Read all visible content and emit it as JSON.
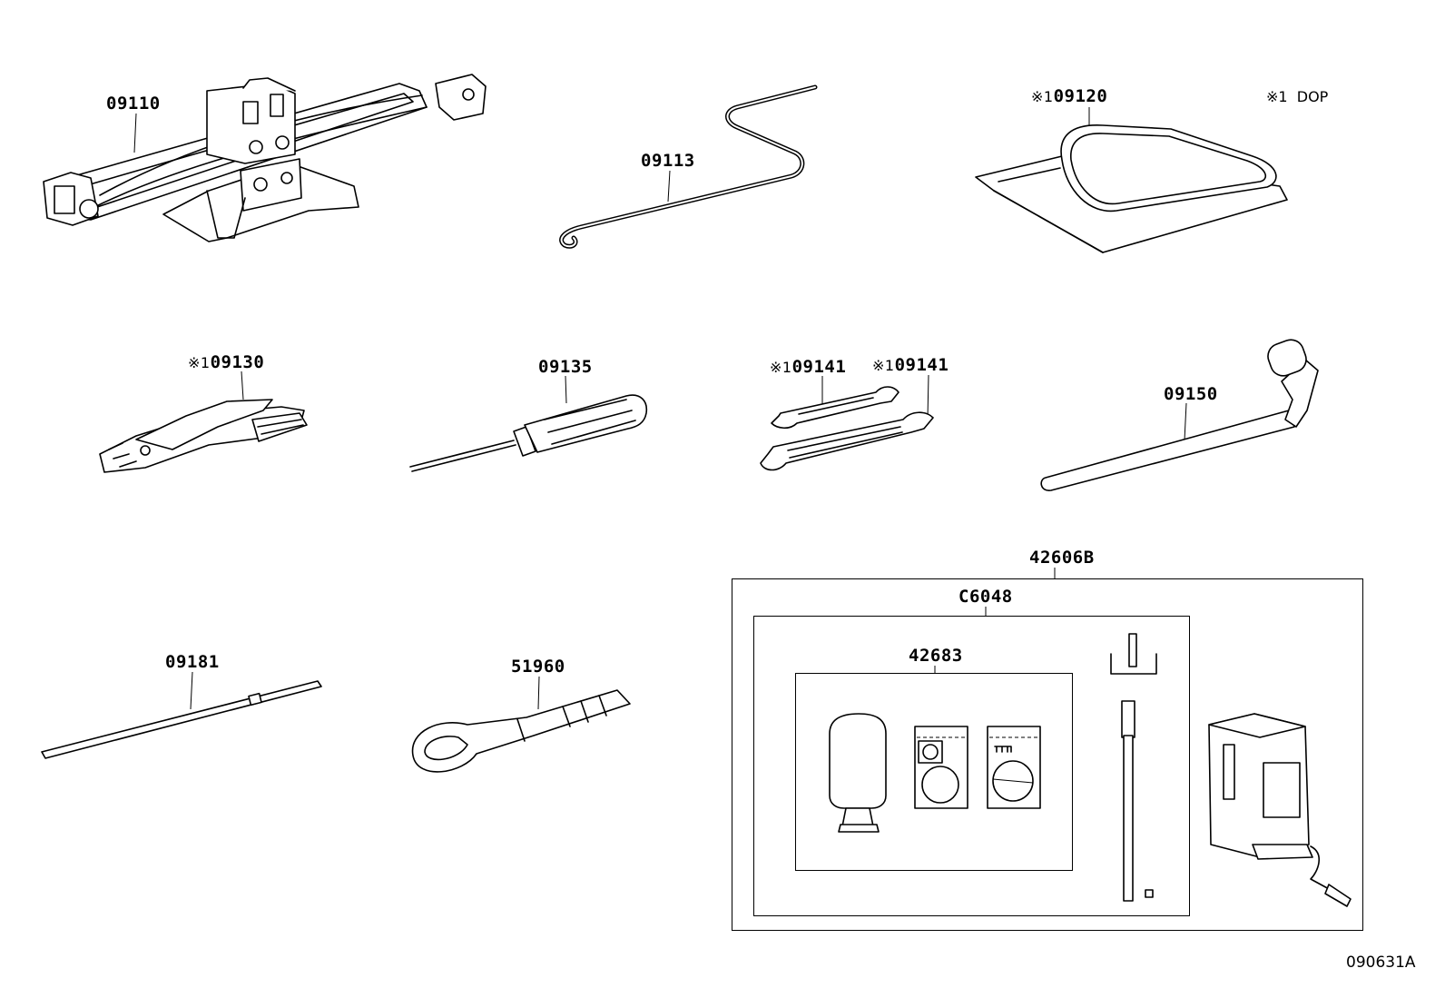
{
  "parts": {
    "jack": {
      "label": "09110",
      "icon": "scissor-jack-icon"
    },
    "jack_handle": {
      "label": "09113",
      "icon": "jack-handle-icon"
    },
    "tool_bag": {
      "label": "09120",
      "prefix": "※1",
      "icon": "tool-bag-icon"
    },
    "pliers": {
      "label": "09130",
      "prefix": "※1",
      "icon": "pliers-icon"
    },
    "screwdriver": {
      "label": "09135",
      "icon": "screwdriver-icon"
    },
    "wrench_a": {
      "label": "09141",
      "prefix": "※1",
      "icon": "open-end-wrench-icon"
    },
    "wrench_b": {
      "label": "09141",
      "prefix": "※1",
      "icon": "open-end-wrench-icon"
    },
    "lug_wrench": {
      "label": "09150",
      "icon": "lug-wrench-icon"
    },
    "extension_bar": {
      "label": "09181",
      "icon": "extension-bar-icon"
    },
    "towing_eye": {
      "label": "51960",
      "icon": "towing-eye-icon"
    },
    "repair_kit": {
      "label": "42606B",
      "icon": "tire-repair-kit-icon"
    },
    "kit_set": {
      "label": "C6048"
    },
    "sealant_set": {
      "label": "42683",
      "icon": "sealant-bottle-icon"
    }
  },
  "legend": {
    "marker": "※1",
    "text": "DOP"
  },
  "figure_code": "090631A"
}
